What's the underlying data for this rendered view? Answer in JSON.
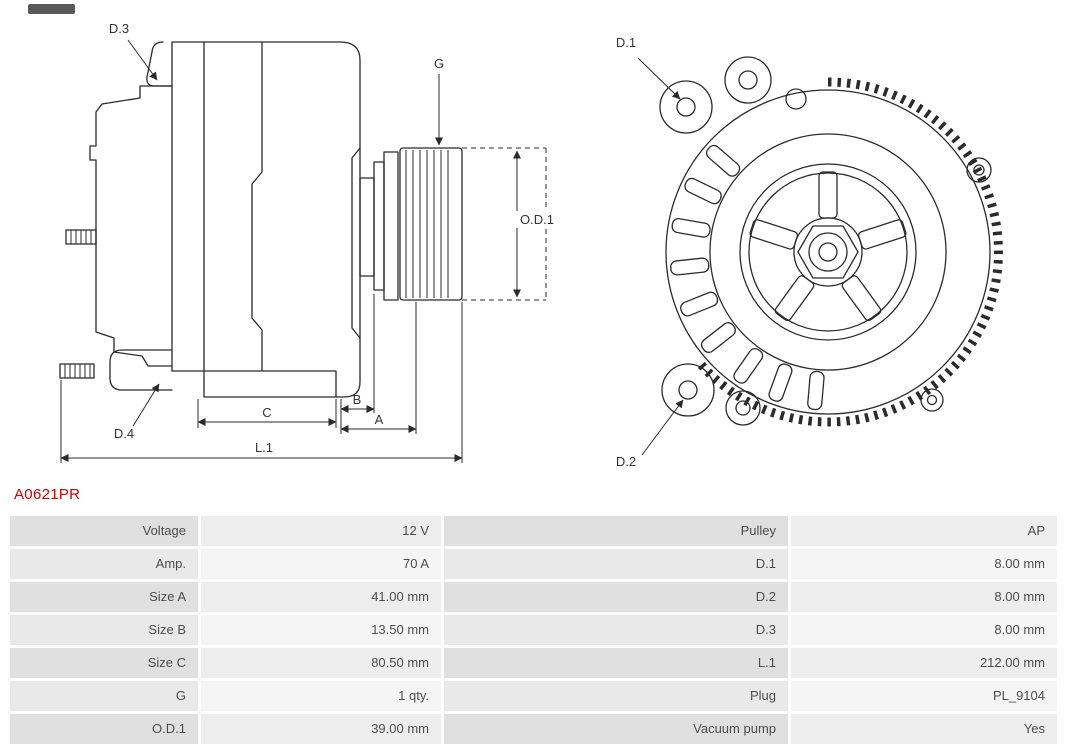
{
  "page": {
    "part_number": "A0621PR"
  },
  "colors": {
    "part_number_red": "#d40000",
    "drawing_stroke": "#2b2b2b",
    "label_cell_bg": "#e0e0e0",
    "value_cell_bg": "#ededed"
  },
  "diagram": {
    "labels": {
      "d1": "D.1",
      "d2": "D.2",
      "d3": "D.3",
      "d4": "D.4",
      "g": "G",
      "od1": "O.D.1",
      "a": "A",
      "b": "B",
      "c": "C",
      "l1": "L.1"
    }
  },
  "specs": {
    "rows": [
      {
        "label_l": "Voltage",
        "value_l": "12 V",
        "label_r": "Pulley",
        "value_r": "AP"
      },
      {
        "label_l": "Amp.",
        "value_l": "70 A",
        "label_r": "D.1",
        "value_r": "8.00 mm"
      },
      {
        "label_l": "Size A",
        "value_l": "41.00 mm",
        "label_r": "D.2",
        "value_r": "8.00 mm"
      },
      {
        "label_l": "Size B",
        "value_l": "13.50 mm",
        "label_r": "D.3",
        "value_r": "8.00 mm"
      },
      {
        "label_l": "Size C",
        "value_l": "80.50 mm",
        "label_r": "L.1",
        "value_r": "212.00 mm"
      },
      {
        "label_l": "G",
        "value_l": "1 qty.",
        "label_r": "Plug",
        "value_r": "PL_9104"
      },
      {
        "label_l": "O.D.1",
        "value_l": "39.00 mm",
        "label_r": "Vacuum pump",
        "value_r": "Yes"
      }
    ]
  }
}
